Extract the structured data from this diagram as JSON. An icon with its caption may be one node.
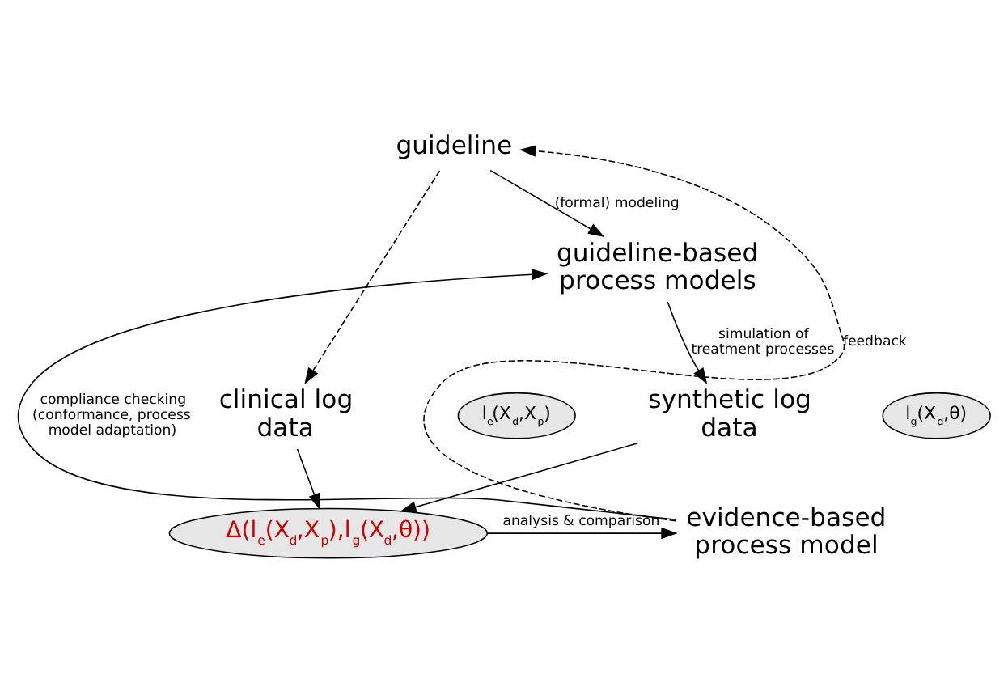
{
  "diagram": {
    "nodes": [
      {
        "text": [
          "guideline"
        ]
      },
      {
        "text": [
          "guideline-based process models"
        ]
      },
      {
        "text": [
          "clinical log data"
        ]
      },
      {
        "text": [
          "l$_{e}$(X$_{d}$,X$_{p}$)"
        ]
      },
      {
        "text": [
          "synthetic log data"
        ]
      },
      {
        "text": [
          "l$_{g}$(X$_{d}$,θ)"
        ]
      },
      {
        "text": [
          "Δ(l$_{e}$(X$_{d}$,X$_{p}$),l$_{g}$(X$_{d}$,θ))"
        ]
      },
      {
        "text": [
          "evidence-based process model"
        ]
      }
    ],
    "edges": [
      {
        "from": 0,
        "to": 1,
        "arrow": "to",
        "label": "(formal) modeling"
      },
      {
        "from": 1,
        "to": 4,
        "arrow": "to",
        "label": "simulation of treatment processes"
      },
      {
        "from": 0,
        "to": 2,
        "arrow": "to",
        "style": "dashed"
      },
      {
        "from": 2,
        "to": 6,
        "arrow": "to"
      },
      {
        "from": 4,
        "to": 6,
        "arrow": "to"
      },
      {
        "from": 6,
        "to": 7,
        "arrow": "to",
        "label": "analysis & comparison"
      },
      {
        "from": 7,
        "to": 1,
        "arrow": "to",
        "label": "compliance checking (conformance, process model adaptation)"
      },
      {
        "from": 7,
        "to": 0,
        "arrow": "to",
        "style": "dashed",
        "label": "feedback"
      }
    ]
  }
}
